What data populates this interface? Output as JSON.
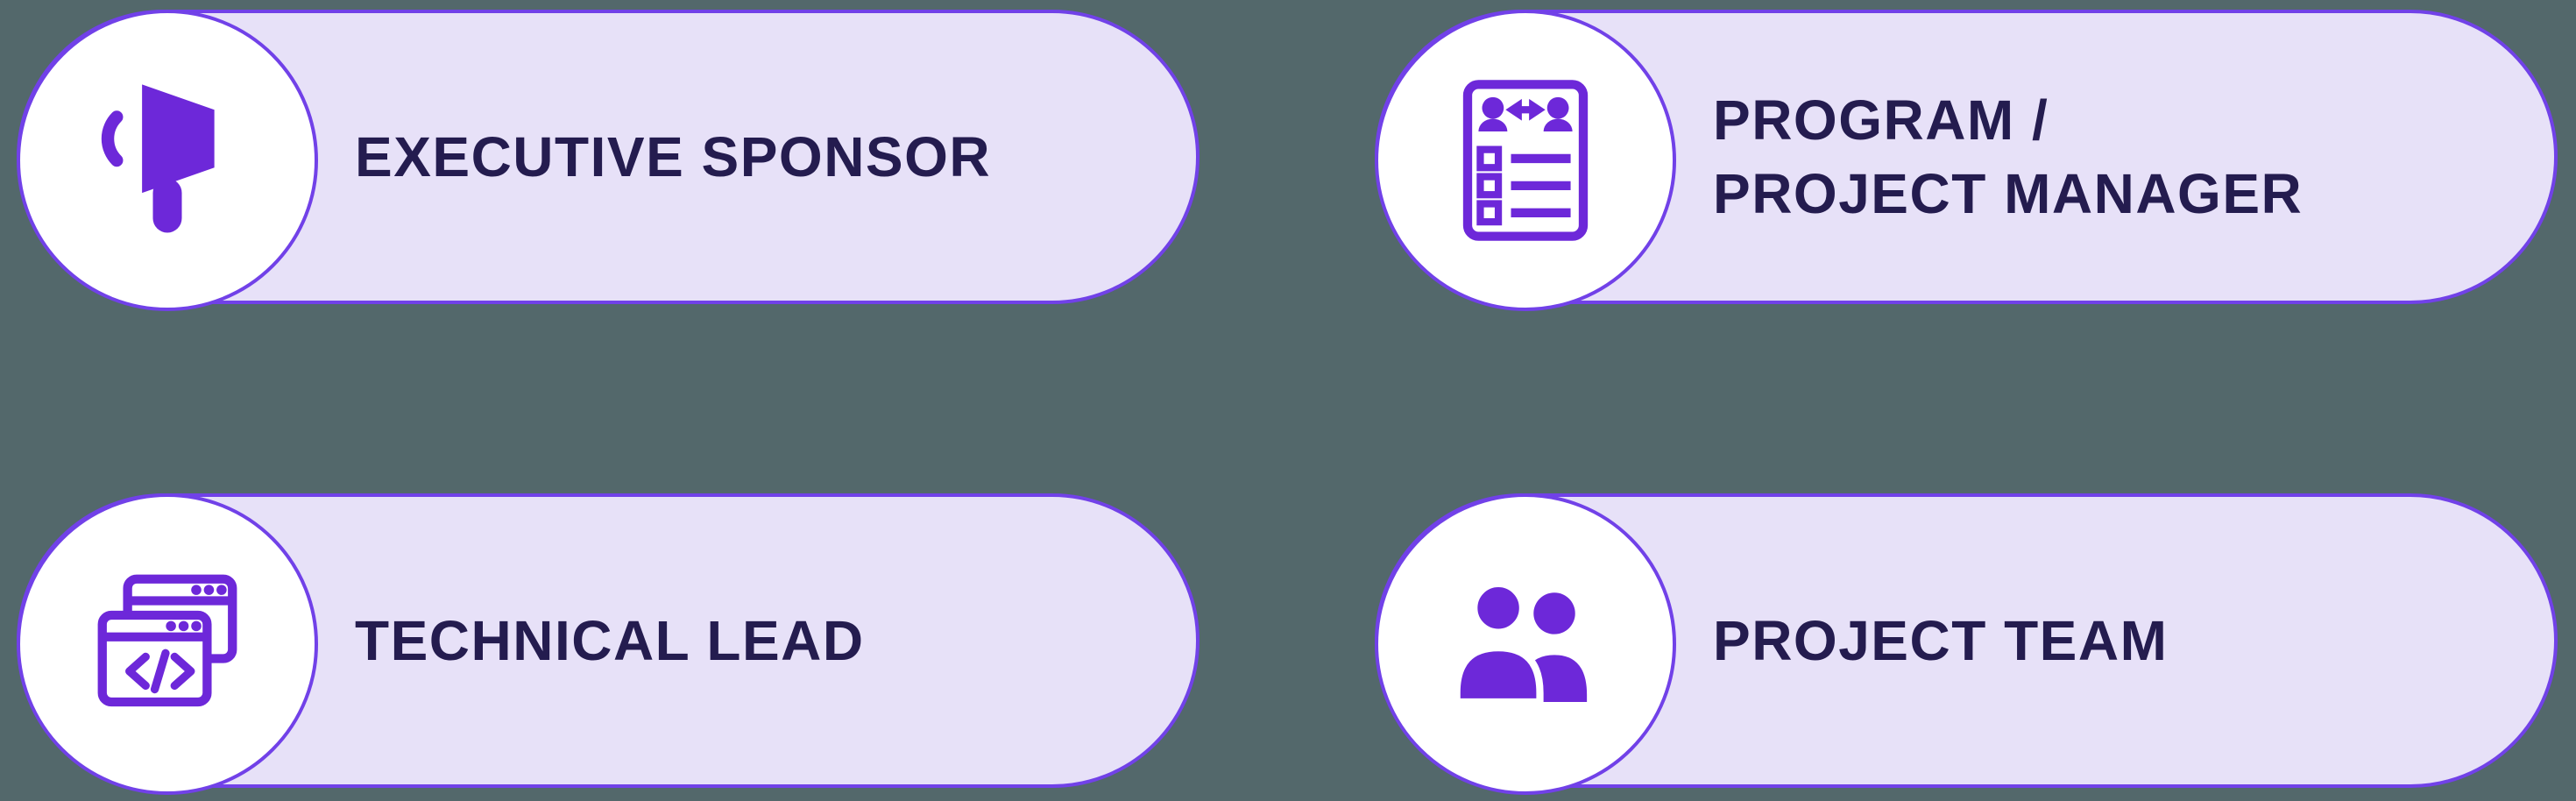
{
  "page": {
    "background_color": "#53686b"
  },
  "style": {
    "card_fill": "#e7e1f8",
    "card_border_color": "#7141e8",
    "circle_fill": "#ffffff",
    "icon_color": "#6d28d9",
    "label_color": "#241c4f"
  },
  "cards": [
    {
      "label": "EXECUTIVE SPONSOR",
      "icon": "megaphone-icon"
    },
    {
      "label": "PROGRAM /\nPROJECT MANAGER",
      "icon": "checklist-handoff-icon"
    },
    {
      "label": "TECHNICAL LEAD",
      "icon": "code-windows-icon"
    },
    {
      "label": "PROJECT TEAM",
      "icon": "team-icon"
    }
  ]
}
